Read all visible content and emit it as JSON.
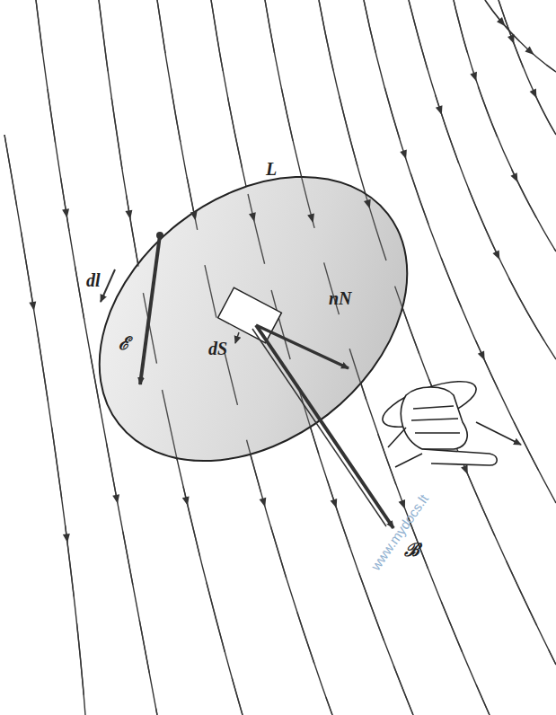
{
  "diagram": {
    "labels": [
      "L",
      "dl",
      "ℰ",
      "dS",
      "nN",
      "ℬ",
      "www.mydocs.lt"
    ]
  }
}
